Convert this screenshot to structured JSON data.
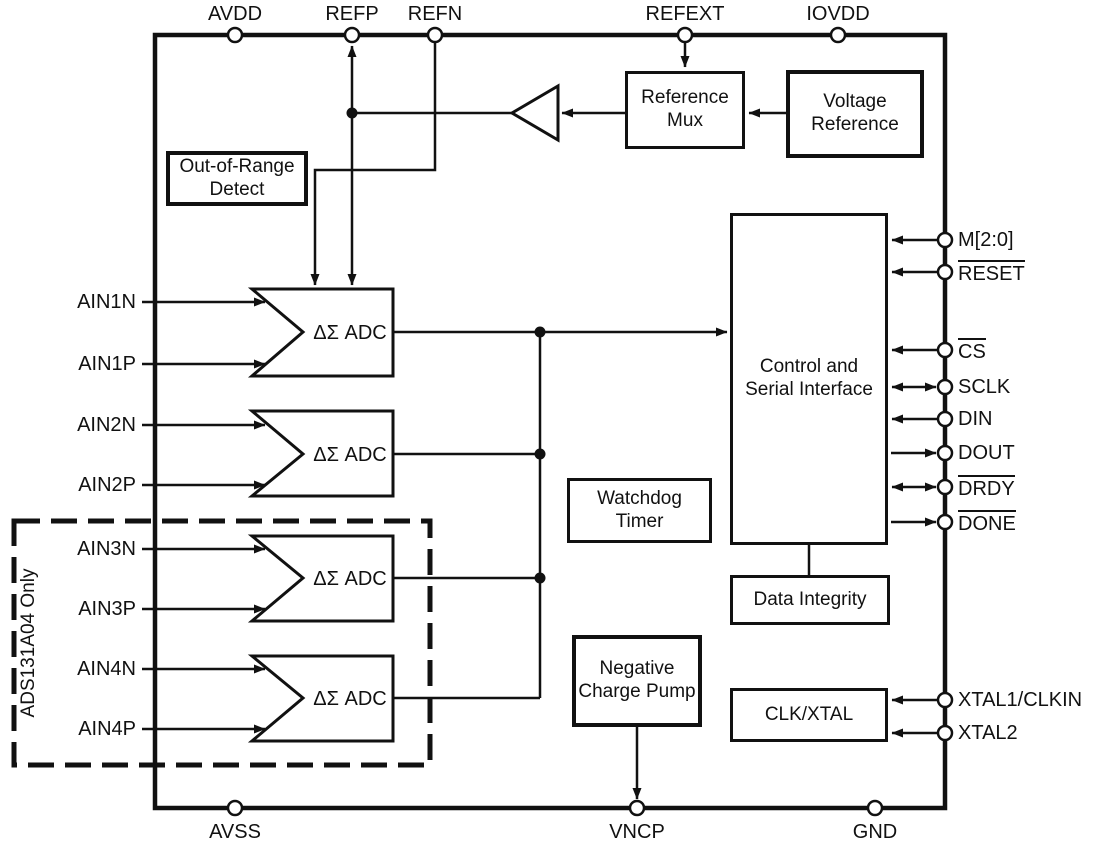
{
  "blocks": {
    "out_of_range_detect": "Out-of-Range Detect",
    "reference_mux": "Reference Mux",
    "voltage_reference": "Voltage Reference",
    "control_serial_interface": "Control and Serial Interface",
    "watchdog_timer": "Watchdog Timer",
    "data_integrity": "Data Integrity",
    "negative_charge_pump": "Negative Charge Pump",
    "clk_xtal": "CLK/XTAL",
    "adc_blocks": [
      {
        "label": "ΔΣ ADC"
      },
      {
        "label": "ΔΣ ADC"
      },
      {
        "label": "ΔΣ ADC"
      },
      {
        "label": "ΔΣ ADC"
      }
    ]
  },
  "pins": {
    "top": [
      "AVDD",
      "REFP",
      "REFN",
      "REFEXT",
      "IOVDD"
    ],
    "bottom": [
      "AVSS",
      "VNCP",
      "GND"
    ],
    "left": [
      "AIN1N",
      "AIN1P",
      "AIN2N",
      "AIN2P",
      "AIN3N",
      "AIN3P",
      "AIN4N",
      "AIN4P"
    ],
    "right": [
      {
        "label": "M[2:0]",
        "active_low": false,
        "direction": "in"
      },
      {
        "label": "RESET",
        "active_low": true,
        "direction": "in"
      },
      {
        "label": "CS",
        "active_low": true,
        "direction": "in"
      },
      {
        "label": "SCLK",
        "active_low": false,
        "direction": "bidirectional"
      },
      {
        "label": "DIN",
        "active_low": false,
        "direction": "in"
      },
      {
        "label": "DOUT",
        "active_low": false,
        "direction": "out"
      },
      {
        "label": "DRDY",
        "active_low": true,
        "direction": "bidirectional"
      },
      {
        "label": "DONE",
        "active_low": true,
        "direction": "out"
      },
      {
        "label": "XTAL1/CLKIN",
        "active_low": false,
        "direction": "in"
      },
      {
        "label": "XTAL2",
        "active_low": false,
        "direction": "in"
      }
    ]
  },
  "annotations": {
    "variant_note": "ADS131A04 Only"
  },
  "colors": {
    "line": "#111111",
    "background": "#ffffff"
  }
}
